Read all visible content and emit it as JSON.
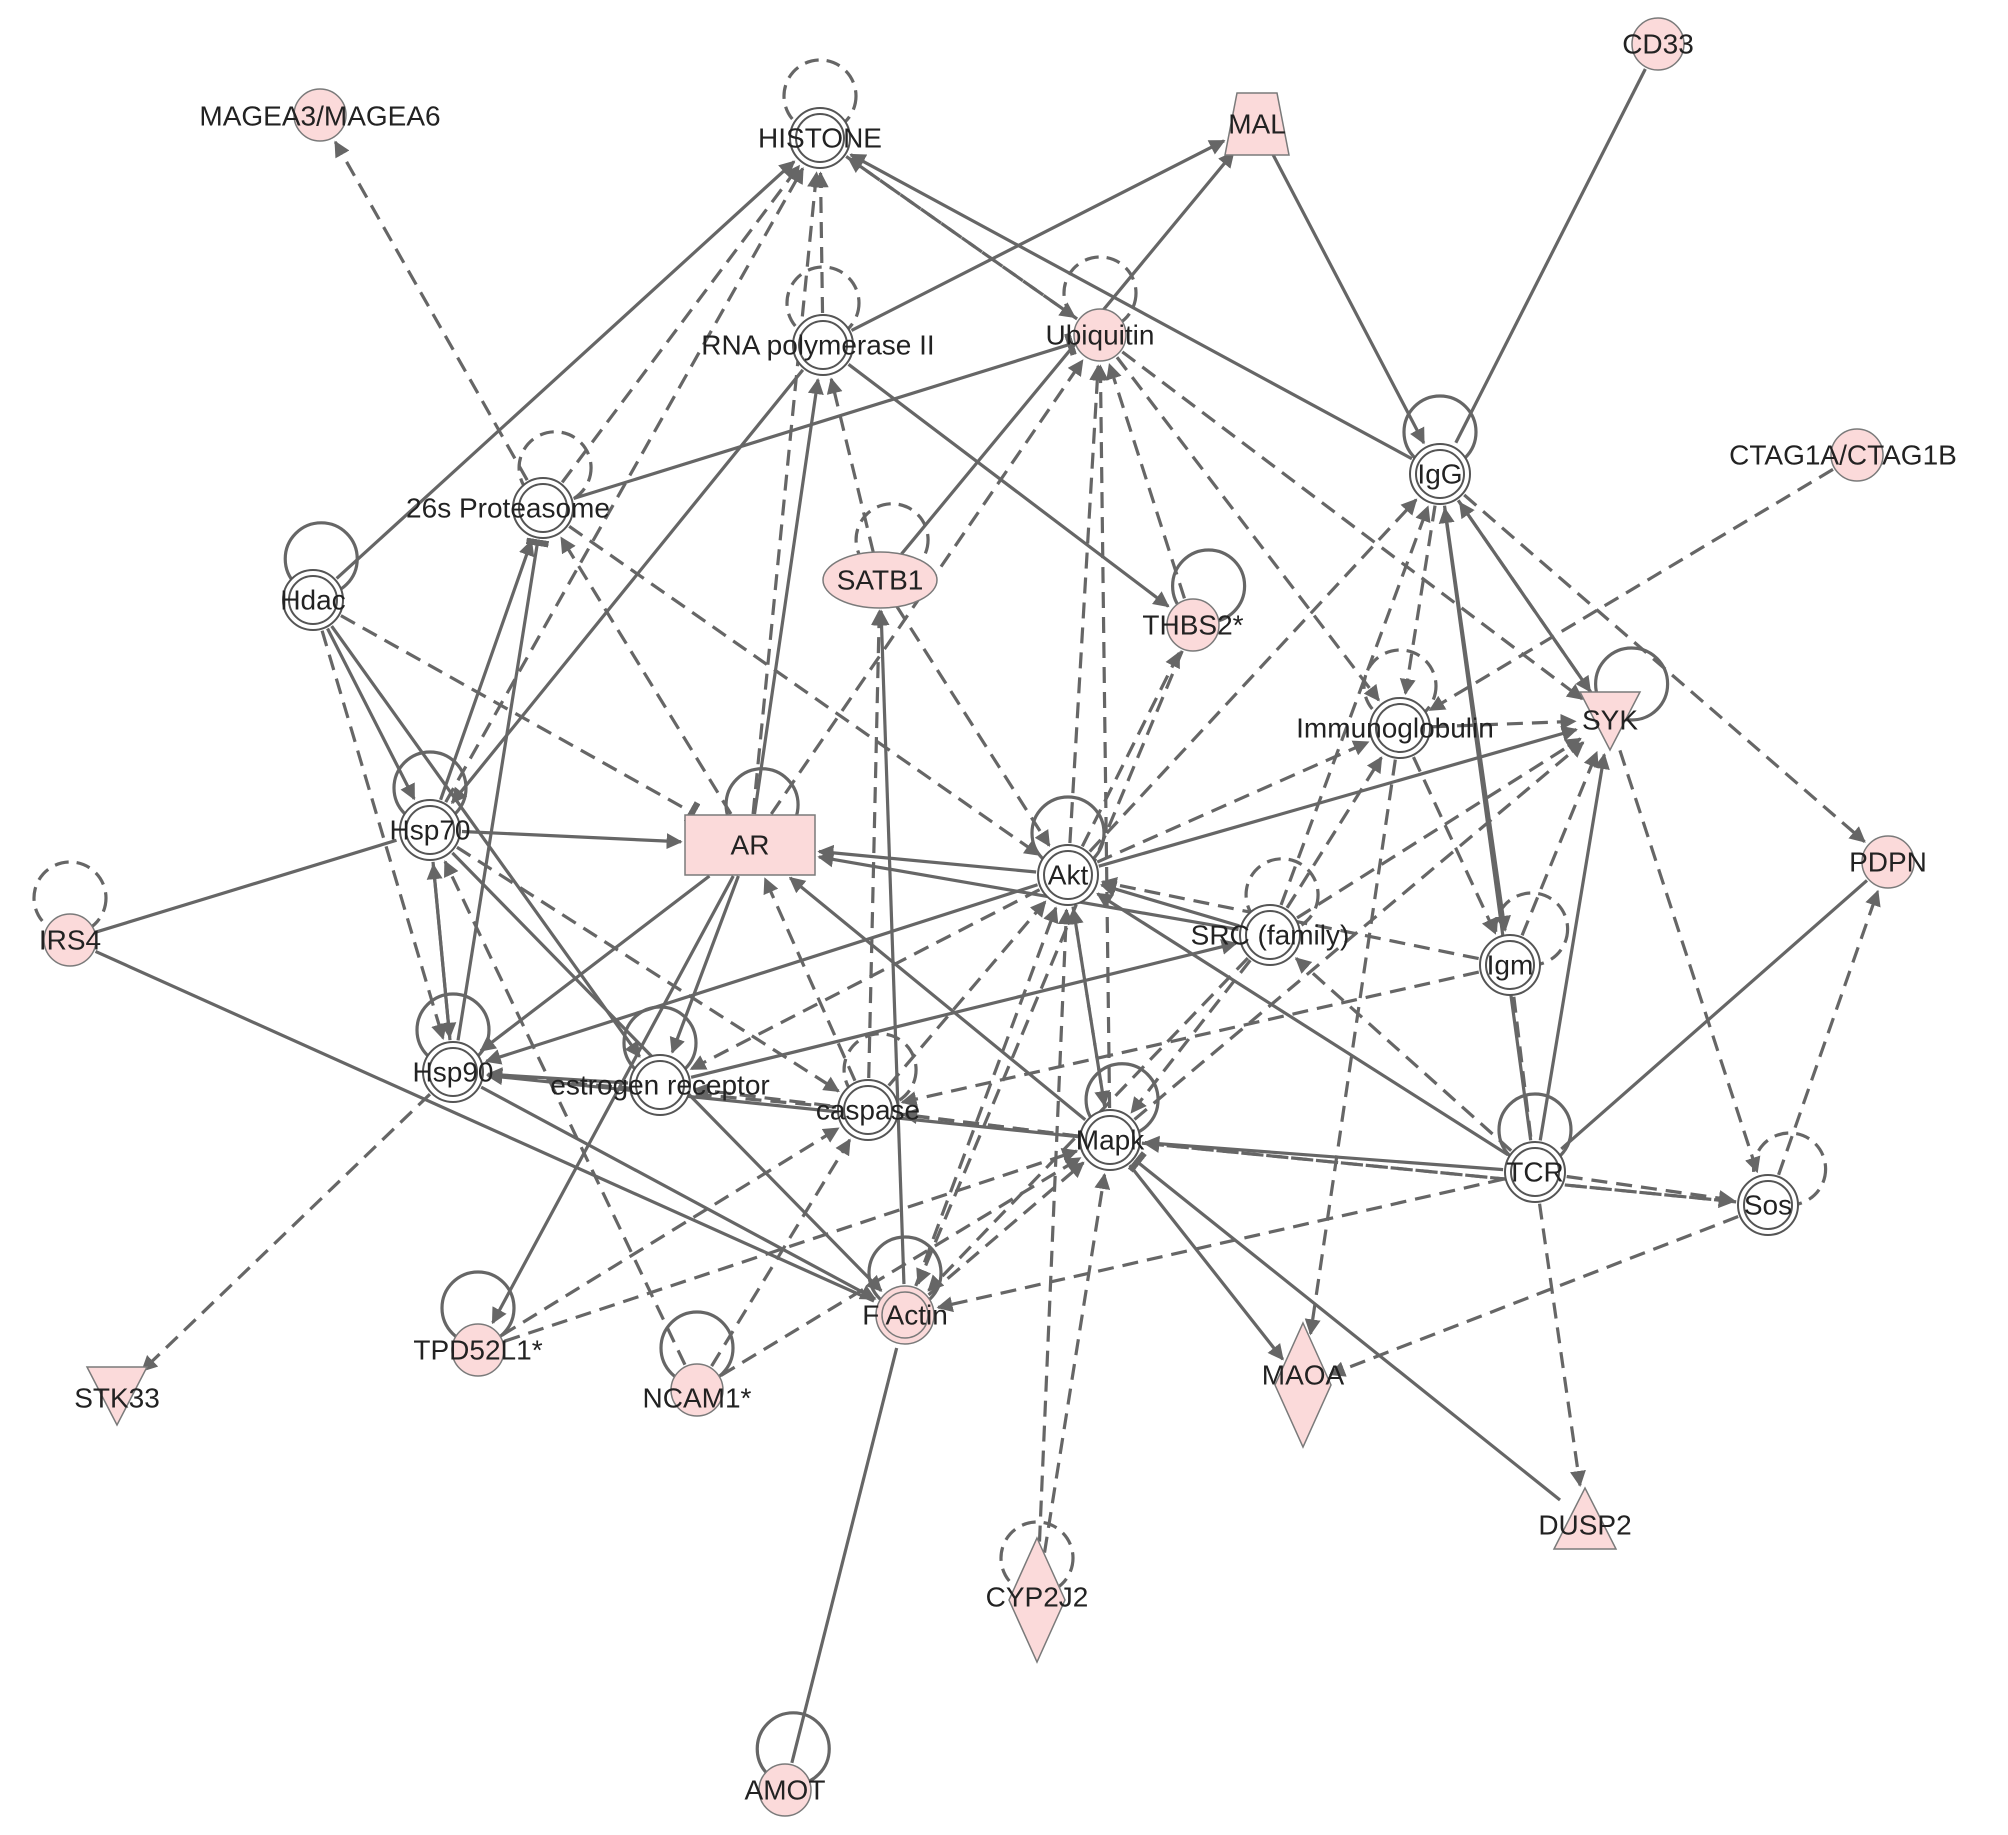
{
  "nodes": [
    {
      "id": "HISTONE",
      "label": "HISTONE",
      "shape": "complex"
    },
    {
      "id": "MAGEA",
      "label": "MAGEA3/MAGEA6",
      "shape": "circle"
    },
    {
      "id": "MAL",
      "label": "MAL",
      "shape": "trapezoid"
    },
    {
      "id": "CD33",
      "label": "CD33",
      "shape": "circle"
    },
    {
      "id": "RNAPII",
      "label": "RNA polymerase II",
      "shape": "complex"
    },
    {
      "id": "UBQ",
      "label": "Ubiquitin",
      "shape": "circle"
    },
    {
      "id": "IGG",
      "label": "IgG",
      "shape": "complex"
    },
    {
      "id": "CTAG",
      "label": "CTAG1A/CTAG1B",
      "shape": "circle"
    },
    {
      "id": "PROT",
      "label": "26s Proteasome",
      "shape": "complex"
    },
    {
      "id": "HDAC",
      "label": "Hdac",
      "shape": "complex"
    },
    {
      "id": "SATB1",
      "label": "SATB1",
      "shape": "ellipse"
    },
    {
      "id": "THBS2",
      "label": "THBS2*",
      "shape": "circle"
    },
    {
      "id": "IMMUNO",
      "label": "Immunoglobulin",
      "shape": "complex"
    },
    {
      "id": "SYK",
      "label": "SYK",
      "shape": "triangle-down"
    },
    {
      "id": "HSP70",
      "label": "Hsp70",
      "shape": "complex"
    },
    {
      "id": "AR",
      "label": "AR",
      "shape": "rect"
    },
    {
      "id": "AKT",
      "label": "Akt",
      "shape": "complex"
    },
    {
      "id": "PDPN",
      "label": "PDPN",
      "shape": "circle"
    },
    {
      "id": "IRS4",
      "label": "IRS4",
      "shape": "circle"
    },
    {
      "id": "SRC",
      "label": "SRC (family)",
      "shape": "complex"
    },
    {
      "id": "IGM",
      "label": "Igm",
      "shape": "complex"
    },
    {
      "id": "HSP90",
      "label": "Hsp90",
      "shape": "complex"
    },
    {
      "id": "ER",
      "label": "estrogen receptor",
      "shape": "complex"
    },
    {
      "id": "CASP",
      "label": "caspase",
      "shape": "complex"
    },
    {
      "id": "MAPK",
      "label": "Mapk",
      "shape": "complex"
    },
    {
      "id": "TCR",
      "label": "TCR",
      "shape": "complex"
    },
    {
      "id": "SOS",
      "label": "Sos",
      "shape": "complex"
    },
    {
      "id": "FACTIN",
      "label": "F Actin",
      "shape": "complex-pink"
    },
    {
      "id": "TPD52L1",
      "label": "TPD52L1*",
      "shape": "circle"
    },
    {
      "id": "NCAM1",
      "label": "NCAM1*",
      "shape": "circle"
    },
    {
      "id": "STK33",
      "label": "STK33",
      "shape": "triangle-down"
    },
    {
      "id": "MAOA",
      "label": "MAOA",
      "shape": "diamond"
    },
    {
      "id": "DUSP2",
      "label": "DUSP2",
      "shape": "triangle-up"
    },
    {
      "id": "CYP2J2",
      "label": "CYP2J2",
      "shape": "diamond"
    },
    {
      "id": "AMOT",
      "label": "AMOT",
      "shape": "circle"
    }
  ],
  "edges": [
    {
      "from": "PROT",
      "to": "MAGEA",
      "style": "dashed",
      "end": "arrow"
    },
    {
      "from": "HDAC",
      "to": "HISTONE",
      "style": "solid",
      "end": "arrow"
    },
    {
      "from": "PROT",
      "to": "HISTONE",
      "style": "dashed",
      "end": "arrow"
    },
    {
      "from": "HSP70",
      "to": "HISTONE",
      "style": "dashed",
      "end": "arrow"
    },
    {
      "from": "RNAPII",
      "to": "HISTONE",
      "style": "dashed",
      "end": "arrow"
    },
    {
      "from": "AR",
      "to": "HISTONE",
      "style": "dashed",
      "end": "arrow"
    },
    {
      "from": "IGG",
      "to": "HISTONE",
      "style": "solid",
      "end": "arrow"
    },
    {
      "from": "UBQ",
      "to": "HISTONE",
      "style": "dashed",
      "end": "arrow"
    },
    {
      "from": "HISTONE",
      "to": "UBQ",
      "style": "dashed",
      "end": "arrow"
    },
    {
      "from": "RNAPII",
      "to": "MAL",
      "style": "solid",
      "end": "arrow"
    },
    {
      "from": "SATB1",
      "to": "MAL",
      "style": "solid",
      "end": "arrow"
    },
    {
      "from": "MAL",
      "to": "IGG",
      "style": "solid",
      "end": "arrow"
    },
    {
      "from": "CD33",
      "to": "IGG",
      "style": "solid",
      "end": "none"
    },
    {
      "from": "PROT",
      "to": "UBQ",
      "style": "solid",
      "end": "bar"
    },
    {
      "from": "RNAPII",
      "to": "THBS2",
      "style": "solid",
      "end": "arrow"
    },
    {
      "from": "SATB1",
      "to": "RNAPII",
      "style": "dashed",
      "end": "arrow"
    },
    {
      "from": "AR",
      "to": "RNAPII",
      "style": "solid",
      "end": "arrow"
    },
    {
      "from": "RNAPII",
      "to": "HSP70",
      "style": "solid",
      "end": "arrow"
    },
    {
      "from": "HSP90",
      "to": "PROT",
      "style": "solid",
      "end": "bar"
    },
    {
      "from": "HSP70",
      "to": "PROT",
      "style": "solid",
      "end": "arrow"
    },
    {
      "from": "AR",
      "to": "PROT",
      "style": "dashed",
      "end": "arrow"
    },
    {
      "from": "PROT",
      "to": "AKT",
      "style": "dashed",
      "end": "arrow"
    },
    {
      "from": "HDAC",
      "to": "HSP70",
      "style": "solid",
      "end": "arrow"
    },
    {
      "from": "HDAC",
      "to": "HSP90",
      "style": "dashed",
      "end": "arrow"
    },
    {
      "from": "HDAC",
      "to": "AR",
      "style": "dashed",
      "end": "bar"
    },
    {
      "from": "HDAC",
      "to": "ER",
      "style": "solid",
      "end": "arrow"
    },
    {
      "from": "AR",
      "to": "UBQ",
      "style": "dashed",
      "end": "arrow"
    },
    {
      "from": "AKT",
      "to": "UBQ",
      "style": "dashed",
      "end": "arrow"
    },
    {
      "from": "THBS2",
      "to": "UBQ",
      "style": "dashed",
      "end": "arrow"
    },
    {
      "from": "UBQ",
      "to": "IMMUNO",
      "style": "dashed",
      "end": "arrow"
    },
    {
      "from": "UBQ",
      "to": "SYK",
      "style": "dashed",
      "end": "arrow"
    },
    {
      "from": "MAPK",
      "to": "UBQ",
      "style": "dashed",
      "end": "arrow"
    },
    {
      "from": "SATB1",
      "to": "AKT",
      "style": "dashed",
      "end": "arrow"
    },
    {
      "from": "FACTIN",
      "to": "SATB1",
      "style": "solid",
      "end": "arrow"
    },
    {
      "from": "CASP",
      "to": "SATB1",
      "style": "dashed",
      "end": "arrow"
    },
    {
      "from": "AKT",
      "to": "THBS2",
      "style": "dashed",
      "end": "arrow"
    },
    {
      "from": "THBS2",
      "to": "FACTIN",
      "style": "dashed",
      "end": "arrow"
    },
    {
      "from": "IGG",
      "to": "IMMUNO",
      "style": "dashed",
      "end": "arrow"
    },
    {
      "from": "IGG",
      "to": "SYK",
      "style": "solid",
      "end": "arrow"
    },
    {
      "from": "IGG",
      "to": "IGM",
      "style": "solid",
      "end": "arrow"
    },
    {
      "from": "IGG",
      "to": "PDPN",
      "style": "dashed",
      "end": "arrow"
    },
    {
      "from": "AKT",
      "to": "IGG",
      "style": "dashed",
      "end": "arrow"
    },
    {
      "from": "SRC",
      "to": "IGG",
      "style": "dashed",
      "end": "arrow"
    },
    {
      "from": "TCR",
      "to": "IGG",
      "style": "solid",
      "end": "arrow"
    },
    {
      "from": "SYK",
      "to": "IGG",
      "style": "dashed",
      "end": "arrow"
    },
    {
      "from": "CTAG",
      "to": "IMMUNO",
      "style": "dashed",
      "end": "arrow"
    },
    {
      "from": "IMMUNO",
      "to": "SYK",
      "style": "dashed",
      "end": "arrow"
    },
    {
      "from": "SRC",
      "to": "IMMUNO",
      "style": "dashed",
      "end": "arrow"
    },
    {
      "from": "AKT",
      "to": "IMMUNO",
      "style": "dashed",
      "end": "arrow"
    },
    {
      "from": "IMMUNO",
      "to": "IGM",
      "style": "dashed",
      "end": "arrow"
    },
    {
      "from": "IMMUNO",
      "to": "MAOA",
      "style": "dashed",
      "end": "arrow"
    },
    {
      "from": "AKT",
      "to": "SYK",
      "style": "solid",
      "end": "arrow"
    },
    {
      "from": "TCR",
      "to": "SYK",
      "style": "solid",
      "end": "arrow"
    },
    {
      "from": "SRC",
      "to": "SYK",
      "style": "dashed",
      "end": "arrow"
    },
    {
      "from": "MAPK",
      "to": "SYK",
      "style": "dashed",
      "end": "arrow"
    },
    {
      "from": "SYK",
      "to": "SOS",
      "style": "dashed",
      "end": "arrow"
    },
    {
      "from": "IGM",
      "to": "SYK",
      "style": "dashed",
      "end": "arrow"
    },
    {
      "from": "HSP70",
      "to": "AR",
      "style": "solid",
      "end": "arrow"
    },
    {
      "from": "IRS4",
      "to": "HSP70",
      "style": "solid",
      "end": "none"
    },
    {
      "from": "HSP90",
      "to": "HSP70",
      "style": "solid",
      "end": "arrow"
    },
    {
      "from": "HSP70",
      "to": "HSP90",
      "style": "solid",
      "end": "arrow"
    },
    {
      "from": "HSP70",
      "to": "CASP",
      "style": "dashed",
      "end": "arrow"
    },
    {
      "from": "HSP70",
      "to": "FACTIN",
      "style": "solid",
      "end": "arrow"
    },
    {
      "from": "NCAM1",
      "to": "HSP70",
      "style": "dashed",
      "end": "arrow"
    },
    {
      "from": "AKT",
      "to": "AR",
      "style": "solid",
      "end": "arrow"
    },
    {
      "from": "AR",
      "to": "HSP90",
      "style": "solid",
      "end": "arrow"
    },
    {
      "from": "AR",
      "to": "ER",
      "style": "solid",
      "end": "arrow"
    },
    {
      "from": "AR",
      "to": "TPD52L1",
      "style": "solid",
      "end": "arrow"
    },
    {
      "from": "CASP",
      "to": "AR",
      "style": "dashed",
      "end": "arrow"
    },
    {
      "from": "MAPK",
      "to": "AR",
      "style": "solid",
      "end": "arrow"
    },
    {
      "from": "SRC",
      "to": "AR",
      "style": "solid",
      "end": "arrow"
    },
    {
      "from": "IRS4",
      "to": "FACTIN",
      "style": "solid",
      "end": "none"
    },
    {
      "from": "AKT",
      "to": "HSP90",
      "style": "solid",
      "end": "arrow"
    },
    {
      "from": "SRC",
      "to": "AKT",
      "style": "solid",
      "end": "arrow"
    },
    {
      "from": "TCR",
      "to": "AKT",
      "style": "solid",
      "end": "arrow"
    },
    {
      "from": "MAPK",
      "to": "AKT",
      "style": "dashed",
      "end": "arrow"
    },
    {
      "from": "CASP",
      "to": "AKT",
      "style": "dashed",
      "end": "arrow"
    },
    {
      "from": "FACTIN",
      "to": "AKT",
      "style": "dashed",
      "end": "arrow"
    },
    {
      "from": "CYP2J2",
      "to": "AKT",
      "style": "dashed",
      "end": "arrow"
    },
    {
      "from": "AKT",
      "to": "ER",
      "style": "dashed",
      "end": "arrow"
    },
    {
      "from": "AKT",
      "to": "MAPK",
      "style": "dashed",
      "end": "arrow"
    },
    {
      "from": "ER",
      "to": "SRC",
      "style": "solid",
      "end": "arrow"
    },
    {
      "from": "SRC",
      "to": "MAPK",
      "style": "dashed",
      "end": "arrow"
    },
    {
      "from": "SRC",
      "to": "FACTIN",
      "style": "dashed",
      "end": "arrow"
    },
    {
      "from": "IGM",
      "to": "AKT",
      "style": "dashed",
      "end": "arrow"
    },
    {
      "from": "IGM",
      "to": "CASP",
      "style": "dashed",
      "end": "arrow"
    },
    {
      "from": "TCR",
      "to": "SRC",
      "style": "dashed",
      "end": "arrow"
    },
    {
      "from": "IGM",
      "to": "TCR",
      "style": "dashed",
      "end": "none"
    },
    {
      "from": "PDPN",
      "to": "TCR",
      "style": "solid",
      "end": "none"
    },
    {
      "from": "SOS",
      "to": "PDPN",
      "style": "dashed",
      "end": "arrow"
    },
    {
      "from": "ER",
      "to": "HSP90",
      "style": "solid",
      "end": "arrow"
    },
    {
      "from": "CASP",
      "to": "HSP90",
      "style": "dashed",
      "end": "arrow"
    },
    {
      "from": "HSP90",
      "to": "FACTIN",
      "style": "solid",
      "end": "arrow"
    },
    {
      "from": "HSP90",
      "to": "STK33",
      "style": "dashed",
      "end": "arrow"
    },
    {
      "from": "MAPK",
      "to": "HSP90",
      "style": "solid",
      "end": "arrow"
    },
    {
      "from": "MAPK",
      "to": "CASP",
      "style": "dashed",
      "end": "arrow"
    },
    {
      "from": "MAPK",
      "to": "ER",
      "style": "dashed",
      "end": "arrow"
    },
    {
      "from": "TCR",
      "to": "MAPK",
      "style": "solid",
      "end": "arrow"
    },
    {
      "from": "SOS",
      "to": "MAPK",
      "style": "dashed",
      "end": "arrow"
    },
    {
      "from": "MAPK",
      "to": "SOS",
      "style": "dashed",
      "end": "arrow"
    },
    {
      "from": "TCR",
      "to": "SOS",
      "style": "dashed",
      "end": "arrow"
    },
    {
      "from": "MAPK",
      "to": "MAOA",
      "style": "solid",
      "end": "arrow"
    },
    {
      "from": "DUSP2",
      "to": "MAPK",
      "style": "solid",
      "end": "bar"
    },
    {
      "from": "TCR",
      "to": "DUSP2",
      "style": "dashed",
      "end": "arrow"
    },
    {
      "from": "SOS",
      "to": "MAOA",
      "style": "dashed",
      "end": "arrow"
    },
    {
      "from": "TCR",
      "to": "FACTIN",
      "style": "dashed",
      "end": "arrow"
    },
    {
      "from": "TPD52L1",
      "to": "CASP",
      "style": "dashed",
      "end": "arrow"
    },
    {
      "from": "TPD52L1",
      "to": "MAPK",
      "style": "dashed",
      "end": "arrow"
    },
    {
      "from": "NCAM1",
      "to": "MAPK",
      "style": "dashed",
      "end": "arrow"
    },
    {
      "from": "NCAM1",
      "to": "CASP",
      "style": "dashed",
      "end": "arrow"
    },
    {
      "from": "FACTIN",
      "to": "MAPK",
      "style": "dashed",
      "end": "arrow"
    },
    {
      "from": "CYP2J2",
      "to": "MAPK",
      "style": "dashed",
      "end": "arrow"
    },
    {
      "from": "AMOT",
      "to": "FACTIN",
      "style": "solid",
      "end": "none"
    }
  ],
  "loops": [
    {
      "node": "HISTONE",
      "style": "dashed"
    },
    {
      "node": "RNAPII",
      "style": "dashed"
    },
    {
      "node": "UBQ",
      "style": "dashed"
    },
    {
      "node": "IGG",
      "style": "solid"
    },
    {
      "node": "PROT",
      "style": "dashed"
    },
    {
      "node": "HDAC",
      "style": "solid"
    },
    {
      "node": "SATB1",
      "style": "dashed"
    },
    {
      "node": "THBS2",
      "style": "solid"
    },
    {
      "node": "IMMUNO",
      "style": "dashed"
    },
    {
      "node": "SYK",
      "style": "solid"
    },
    {
      "node": "HSP70",
      "style": "solid"
    },
    {
      "node": "AR",
      "style": "solid"
    },
    {
      "node": "AKT",
      "style": "solid"
    },
    {
      "node": "IRS4",
      "style": "dashed"
    },
    {
      "node": "SRC",
      "style": "dashed"
    },
    {
      "node": "IGM",
      "style": "dashed"
    },
    {
      "node": "HSP90",
      "style": "solid"
    },
    {
      "node": "ER",
      "style": "solid"
    },
    {
      "node": "CASP",
      "style": "dashed"
    },
    {
      "node": "MAPK",
      "style": "solid"
    },
    {
      "node": "TCR",
      "style": "solid"
    },
    {
      "node": "SOS",
      "style": "dashed"
    },
    {
      "node": "FACTIN",
      "style": "solid"
    },
    {
      "node": "TPD52L1",
      "style": "solid"
    },
    {
      "node": "NCAM1",
      "style": "solid"
    },
    {
      "node": "CYP2J2",
      "style": "dashed"
    },
    {
      "node": "AMOT",
      "style": "solid"
    }
  ],
  "colors": {
    "node_fill": "#fbdada",
    "node_stroke": "#7a7a7a",
    "edge": "#666666",
    "background": "#ffffff"
  }
}
